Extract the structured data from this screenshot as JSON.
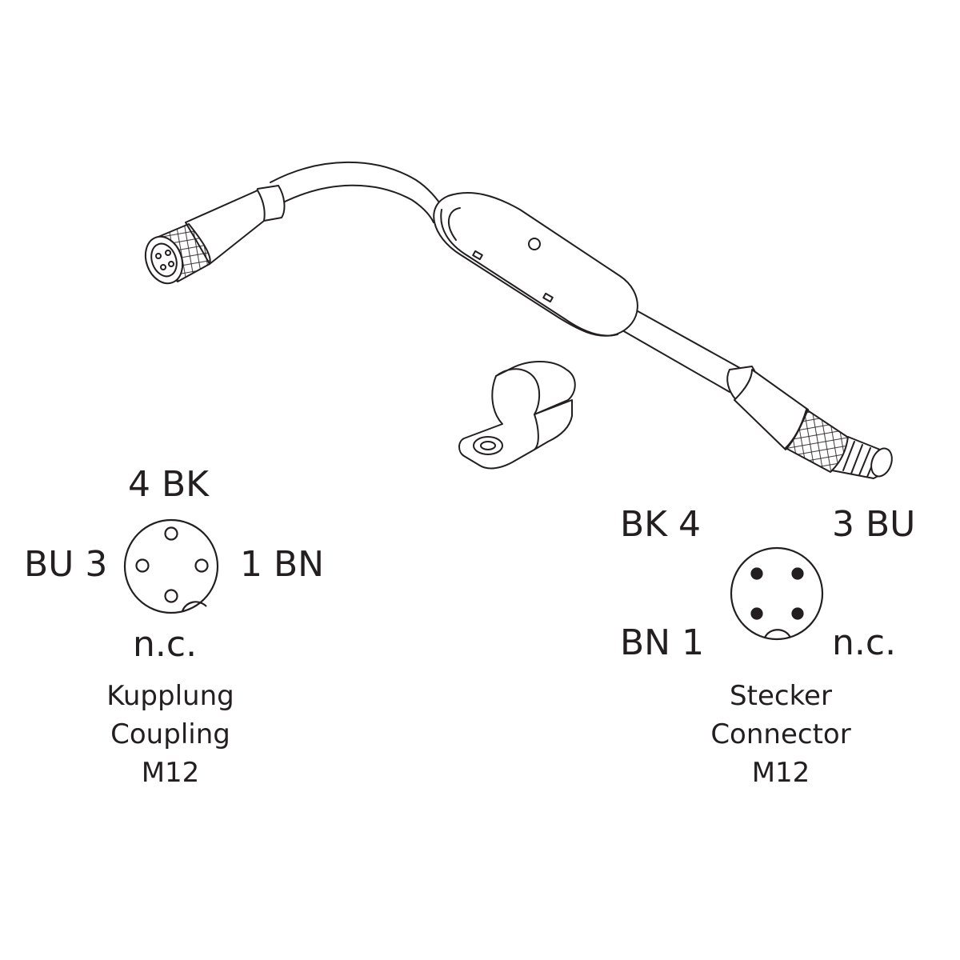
{
  "colors": {
    "line": "#231f20",
    "background": "#ffffff"
  },
  "coupling": {
    "pin_top": "4 BK",
    "pin_left": "BU 3",
    "pin_right": "1 BN",
    "pin_bottom": "n.c.",
    "caption_de": "Kupplung",
    "caption_en": "Coupling",
    "caption_type": "M12"
  },
  "connector": {
    "pin_top_left": "BK 4",
    "pin_top_right": "3 BU",
    "pin_bottom_left": "BN 1",
    "pin_bottom_right": "n.c.",
    "caption_de": "Stecker",
    "caption_en": "Connector",
    "caption_type": "M12"
  }
}
